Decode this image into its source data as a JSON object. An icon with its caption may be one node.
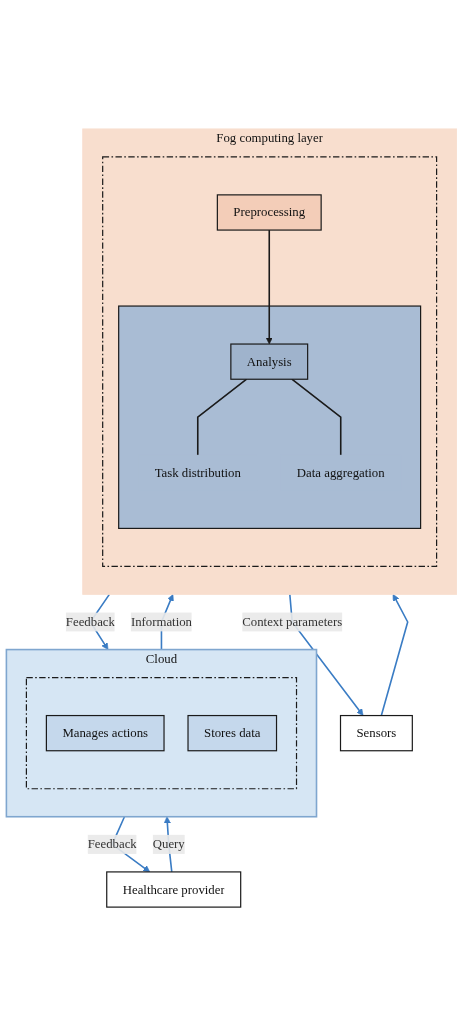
{
  "diagram": {
    "nodes": [
      {
        "text": [
          "Healthcare provider"
        ]
      },
      {
        "text": [
          "Cloud"
        ]
      },
      {
        "text": [],
        "shape": "box",
        "in": 1
      },
      {
        "text": [
          "Manages actions"
        ],
        "in": 2
      },
      {
        "text": [
          "Stores data"
        ],
        "in": 2
      },
      {
        "text": [
          "Fog computing layer"
        ]
      },
      {
        "text": [],
        "shape": "box",
        "in": 5
      },
      {
        "text": [
          "Preprocessing"
        ],
        "in": 6
      },
      {
        "text": [],
        "shape": "box",
        "in": 6
      },
      {
        "text": [
          "Analysis"
        ],
        "in": 8
      },
      {
        "text": [
          "Task distribution"
        ],
        "in": 8
      },
      {
        "text": [
          "Data aggregation"
        ],
        "in": 8
      },
      {
        "text": [
          "Sensors"
        ]
      }
    ],
    "edges": [
      {
        "from": 0,
        "to": 1,
        "arrow": "to",
        "label": "Query"
      },
      {
        "from": 1,
        "to": 0,
        "arrow": "to",
        "label": "Feedback"
      },
      {
        "from": 1,
        "to": 5,
        "arrow": "to",
        "label": "Information"
      },
      {
        "from": 5,
        "to": 1,
        "arrow": "to",
        "label": "Feedback"
      },
      {
        "from": 5,
        "to": 12,
        "arrow": "to",
        "label": "Context parameters"
      },
      {
        "from": 12,
        "to": 5,
        "arrow": "to"
      },
      {
        "from": 7,
        "to": 9,
        "arrow": "to",
        "color": "#1a1a1a"
      },
      {
        "from": 9,
        "to": 10,
        "arrow": "none",
        "color": "#1a1a1a"
      },
      {
        "from": 9,
        "to": 11,
        "arrow": "none",
        "color": "#1a1a1a"
      }
    ]
  }
}
